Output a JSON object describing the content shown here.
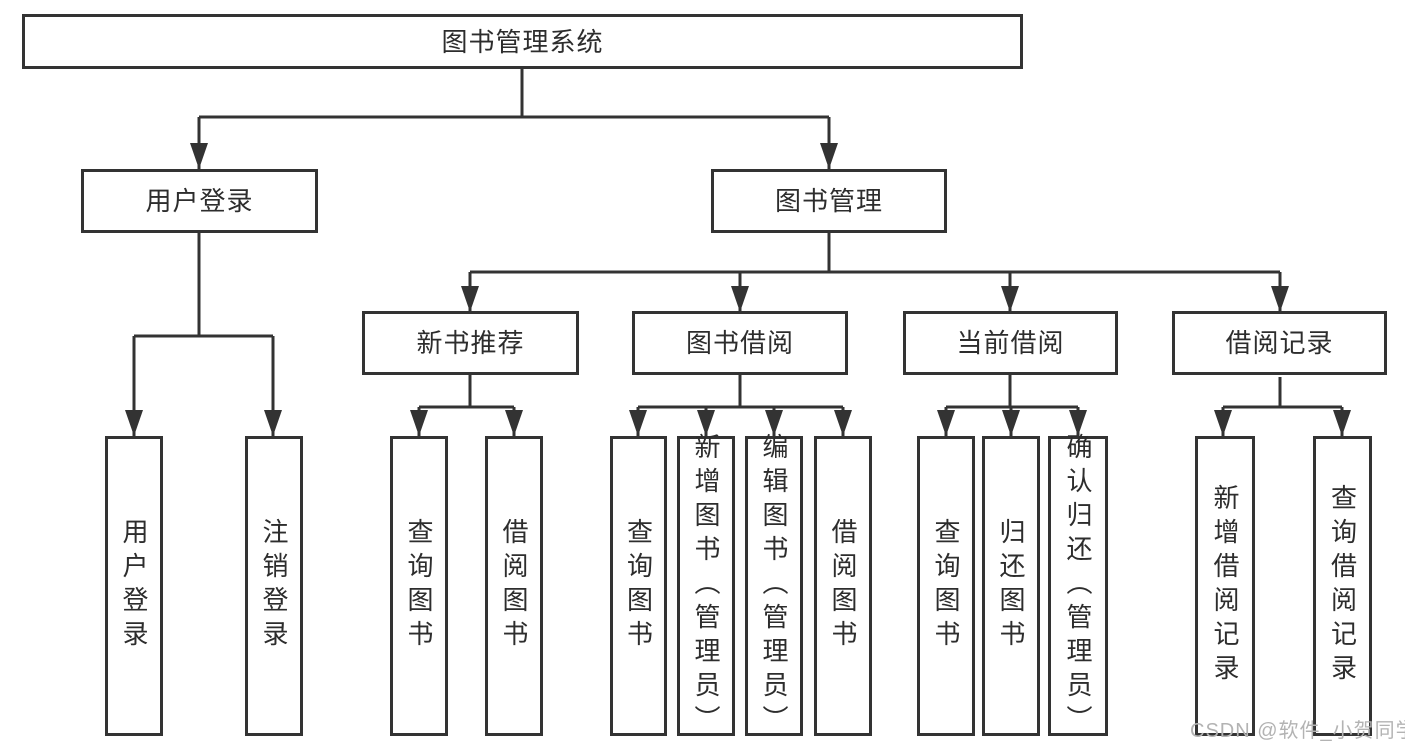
{
  "diagram": {
    "title": "图书管理系统",
    "root": {
      "label": "图书管理系统"
    },
    "level2": [
      {
        "label": "用户登录"
      },
      {
        "label": "图书管理"
      }
    ],
    "level3": [
      {
        "label": "新书推荐"
      },
      {
        "label": "图书借阅"
      },
      {
        "label": "当前借阅"
      },
      {
        "label": "借阅记录"
      }
    ],
    "leaves": {
      "user_login": [
        {
          "label": "用户登录"
        },
        {
          "label": "注销登录"
        }
      ],
      "new_book_recommend": [
        {
          "label": "查询图书"
        },
        {
          "label": "借阅图书"
        }
      ],
      "book_borrowing": [
        {
          "label": "查询图书"
        },
        {
          "label": "新增图书（管理员）"
        },
        {
          "label": "编辑图书（管理员）"
        },
        {
          "label": "借阅图书"
        }
      ],
      "current_borrowing": [
        {
          "label": "查询图书"
        },
        {
          "label": "归还图书"
        },
        {
          "label": "确认归还（管理员）"
        }
      ],
      "borrowing_records": [
        {
          "label": "新增借阅记录"
        },
        {
          "label": "查询借阅记录"
        }
      ]
    }
  },
  "colors": {
    "line": "#333333",
    "text": "#2d2d2d",
    "watermark": "#b3b3b3",
    "background": "#ffffff"
  },
  "watermark": {
    "text": "CSDN @软件_小贺同学"
  }
}
